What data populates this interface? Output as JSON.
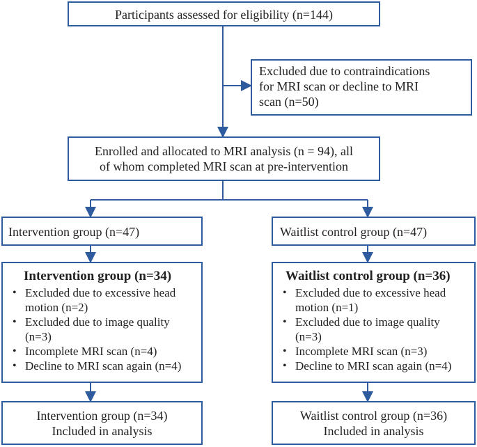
{
  "boxes": {
    "eligibility": "Participants assessed for eligibility (n=144)",
    "excluded_main": [
      "Excluded due to contraindications",
      "for MRI scan or decline to MRI",
      "scan (n=50)"
    ],
    "enrolled": [
      "Enrolled and allocated to MRI analysis (n = 94), all",
      "of whom completed MRI scan at pre-intervention"
    ],
    "intervention_group": "Intervention group (n=47)",
    "waitlist_group": "Waitlist control group (n=47)"
  },
  "intervention_detail": {
    "title": "Intervention group (n=34)",
    "items": [
      [
        "Excluded due to excessive head",
        "motion (n=2)"
      ],
      [
        "Excluded due to image quality",
        "(n=3)"
      ],
      [
        "Incomplete MRI scan  (n=4)"
      ],
      [
        "Decline to MRI scan again (n=4)"
      ]
    ]
  },
  "waitlist_detail": {
    "title": "Waitlist control group (n=36)",
    "items": [
      [
        "Excluded due to excessive head",
        "motion (n=1)"
      ],
      [
        "Excluded due to image quality",
        "(n=3)"
      ],
      [
        "Incomplete MRI scan  (n=3)"
      ],
      [
        "Decline to MRI scan again (n=4)"
      ]
    ]
  },
  "analysis": {
    "intervention": [
      "Intervention group (n=34)",
      "Included in analysis"
    ],
    "waitlist": [
      "Waitlist control group (n=36)",
      "Included in analysis"
    ]
  },
  "colors": {
    "border": "#2e5a9e",
    "arrow": "#2e5a9e"
  }
}
